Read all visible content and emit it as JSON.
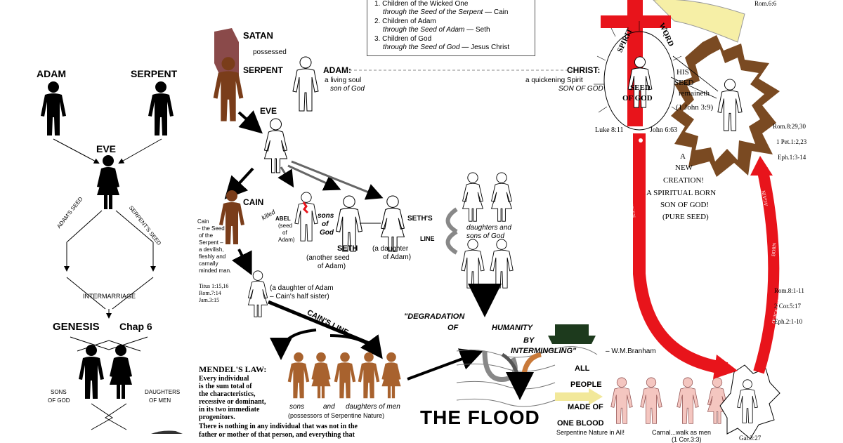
{
  "left_panel": {
    "adam": "ADAM",
    "serpent": "SERPENT",
    "eve": "EVE",
    "adams_seed": "ADAM'S SEED",
    "serpents_seed": "SERPENT'S SEED",
    "intermarriage": "INTERMARRIAGE",
    "genesis": "GENESIS",
    "chap": "Chap 6",
    "sons_of_god": [
      "SONS",
      "OF GOD"
    ],
    "daughters_of_men": [
      "DAUGHTERS",
      "OF MEN"
    ]
  },
  "legend_box": {
    "items": [
      {
        "line1": "1. Children of the Wicked One",
        "line2": "through the Seed of the Serpent",
        "suffix": " — Cain"
      },
      {
        "line1": "2. Children of Adam",
        "line2": "through the Seed of Adam",
        "suffix": " — Seth"
      },
      {
        "line1": "3. Children of God",
        "line2": "through the Seed of God",
        "suffix": " — Jesus Christ"
      }
    ]
  },
  "center": {
    "satan": "SATAN",
    "possessed": "possessed",
    "serpent": "SERPENT",
    "adam_title": "ADAM:",
    "adam_sub1": "a living soul",
    "adam_sub2": "son of God",
    "eve": "EVE",
    "cain": "CAIN",
    "killed": "killed",
    "cain_desc": [
      "Cain",
      "– the Seed",
      "of the",
      "Serpent –",
      "a devilish,",
      "fleshly and",
      "carnally",
      "minded man."
    ],
    "cain_refs": [
      "Titus 1:15,16",
      "Rom.7:14",
      "Jam.3:15"
    ],
    "abel": [
      "ABEL",
      "(seed",
      "of",
      "Adam)"
    ],
    "sons_of_god": [
      "sons",
      "of",
      "God"
    ],
    "seth": "SETH",
    "seth_sub": [
      "(another seed",
      "of Adam)"
    ],
    "daughter_adam": [
      "(a daughter",
      "of Adam)"
    ],
    "seths_line": [
      "SETH'S",
      "LINE"
    ],
    "daughters_sons": [
      "daughters and",
      "sons of God"
    ],
    "cain_half_sister": [
      "(a daughter of Adam",
      "– Cain's half sister)"
    ],
    "cains_line": "CAIN'S LINE",
    "degradation": "\"DEGRADATION",
    "of": "OF",
    "humanity": "HUMANITY",
    "by": "BY",
    "intermingling": "INTERMINGLING\"",
    "branham": "– W.M.Branham",
    "mendel_title": "MENDEL'S LAW:",
    "mendel_lines": [
      "Every individual",
      "is the sum total of",
      "the characteristics,",
      "recessive or dominant,",
      "in its two immediate",
      "progenitors."
    ],
    "mendel_long": [
      "There is nothing in any individual that was not in the",
      "father or mother of that person, and everything that"
    ],
    "sons_daughters_men": [
      "sons",
      "and",
      "daughters of men"
    ],
    "possessors": "(possessors of Serpentine Nature)",
    "the_flood": "THE FLOOD",
    "all_people": [
      "ALL",
      "PEOPLE",
      "MADE OF",
      "ONE BLOOD"
    ],
    "serpentine_all": "Serpentine Nature in All!",
    "carnal": "Carnal...walk as men",
    "carnal_ref": "(1 Cor.3:3)"
  },
  "right": {
    "christ": "CHRIST:",
    "christ_sub1": "a quickening Spirit",
    "christ_sub2": "SON OF GOD",
    "spirit": "SPIRIT",
    "word": "WORD",
    "seed_of_god": [
      "SEED",
      "OF GOD"
    ],
    "his_seed": [
      "HIS",
      "SEED",
      "remaineth",
      "(1 John 3:9)"
    ],
    "luke": "Luke 8:11",
    "john": "John 6:63",
    "rom66": "Rom.6:6",
    "rom_refs": [
      "Rom.8:29,30",
      "1 Pet.1:2,23",
      "Eph.1:3-14"
    ],
    "new_creation": [
      "A",
      "NEW",
      "CREATION!",
      "A SPIRITUAL BORN",
      "SON OF GOD!",
      "(PURE SEED)"
    ],
    "chosen": "CHOSEN",
    "and": "AND",
    "called": "CALLED!",
    "quickened": "QUICKENED",
    "born": "BORN",
    "again": "AGAIN",
    "rom811": [
      "Rom.8:1-11",
      "2 Cor.5:17",
      "Eph.2:1-10"
    ],
    "gal": "Gal.3:27"
  },
  "colors": {
    "red": "#e8141b",
    "brown": "#7a3d1a",
    "skin": "#f4c6c0",
    "burst": "#7a4a22",
    "yellow": "#f6efa6"
  }
}
